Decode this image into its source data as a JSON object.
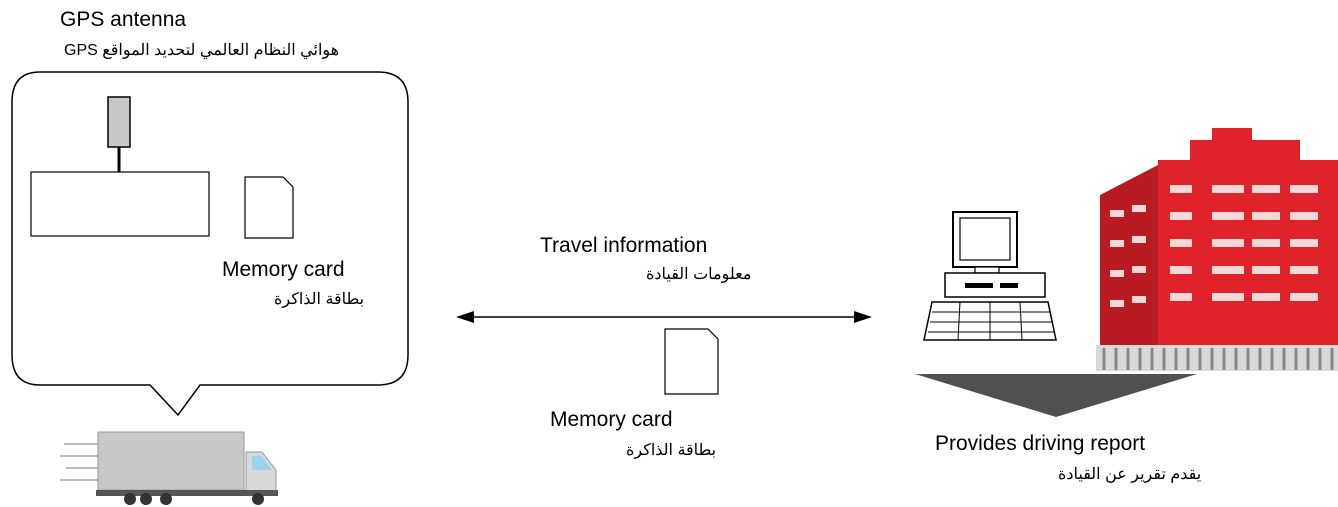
{
  "labels": {
    "gps_antenna_en": "GPS antenna",
    "gps_antenna_ar": "هوائي النظام العالمي لتحديد المواقع GPS",
    "memory_card_en": "Memory card",
    "memory_card_ar": "بطاقة الذاكرة",
    "travel_info_en": "Travel information",
    "travel_info_ar": "معلومات القيادة",
    "memory_card2_en": "Memory card",
    "memory_card2_ar": "بطاقة الذاكرة",
    "report_en": "Provides driving report",
    "report_ar": "يقدم تقرير عن القيادة"
  },
  "colors": {
    "building_red": "#e0232a",
    "truck_grey": "#c8c8c8",
    "arrow_grey": "#505050"
  }
}
